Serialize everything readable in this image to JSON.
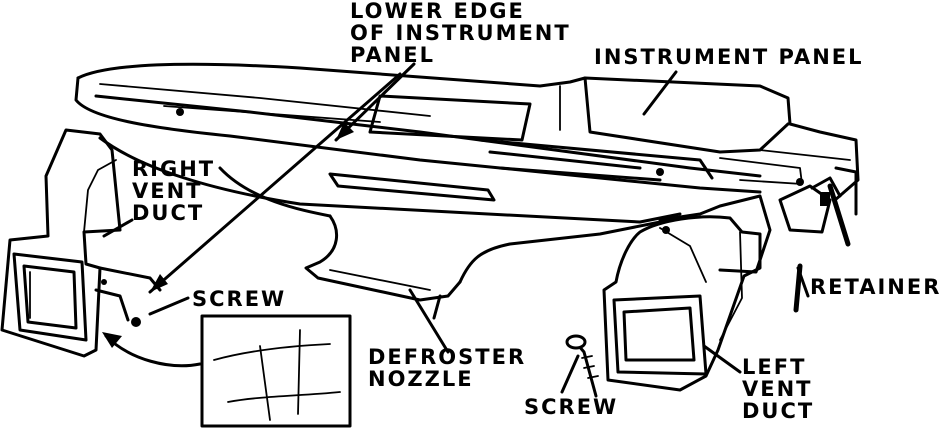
{
  "labels": {
    "lower_edge": [
      "LOWER EDGE",
      "OF INSTRUMENT",
      "PANEL"
    ],
    "instrument_panel": "INSTRUMENT PANEL",
    "right_vent_duct": [
      "RIGHT",
      "VENT",
      "DUCT"
    ],
    "screw_right": "SCREW",
    "defroster_nozzle": [
      "DEFROSTER",
      "NOZZLE"
    ],
    "retainer": "RETAINER",
    "screw_left": "SCREW",
    "left_vent_duct": [
      "LEFT",
      "VENT",
      "DUCT"
    ]
  }
}
